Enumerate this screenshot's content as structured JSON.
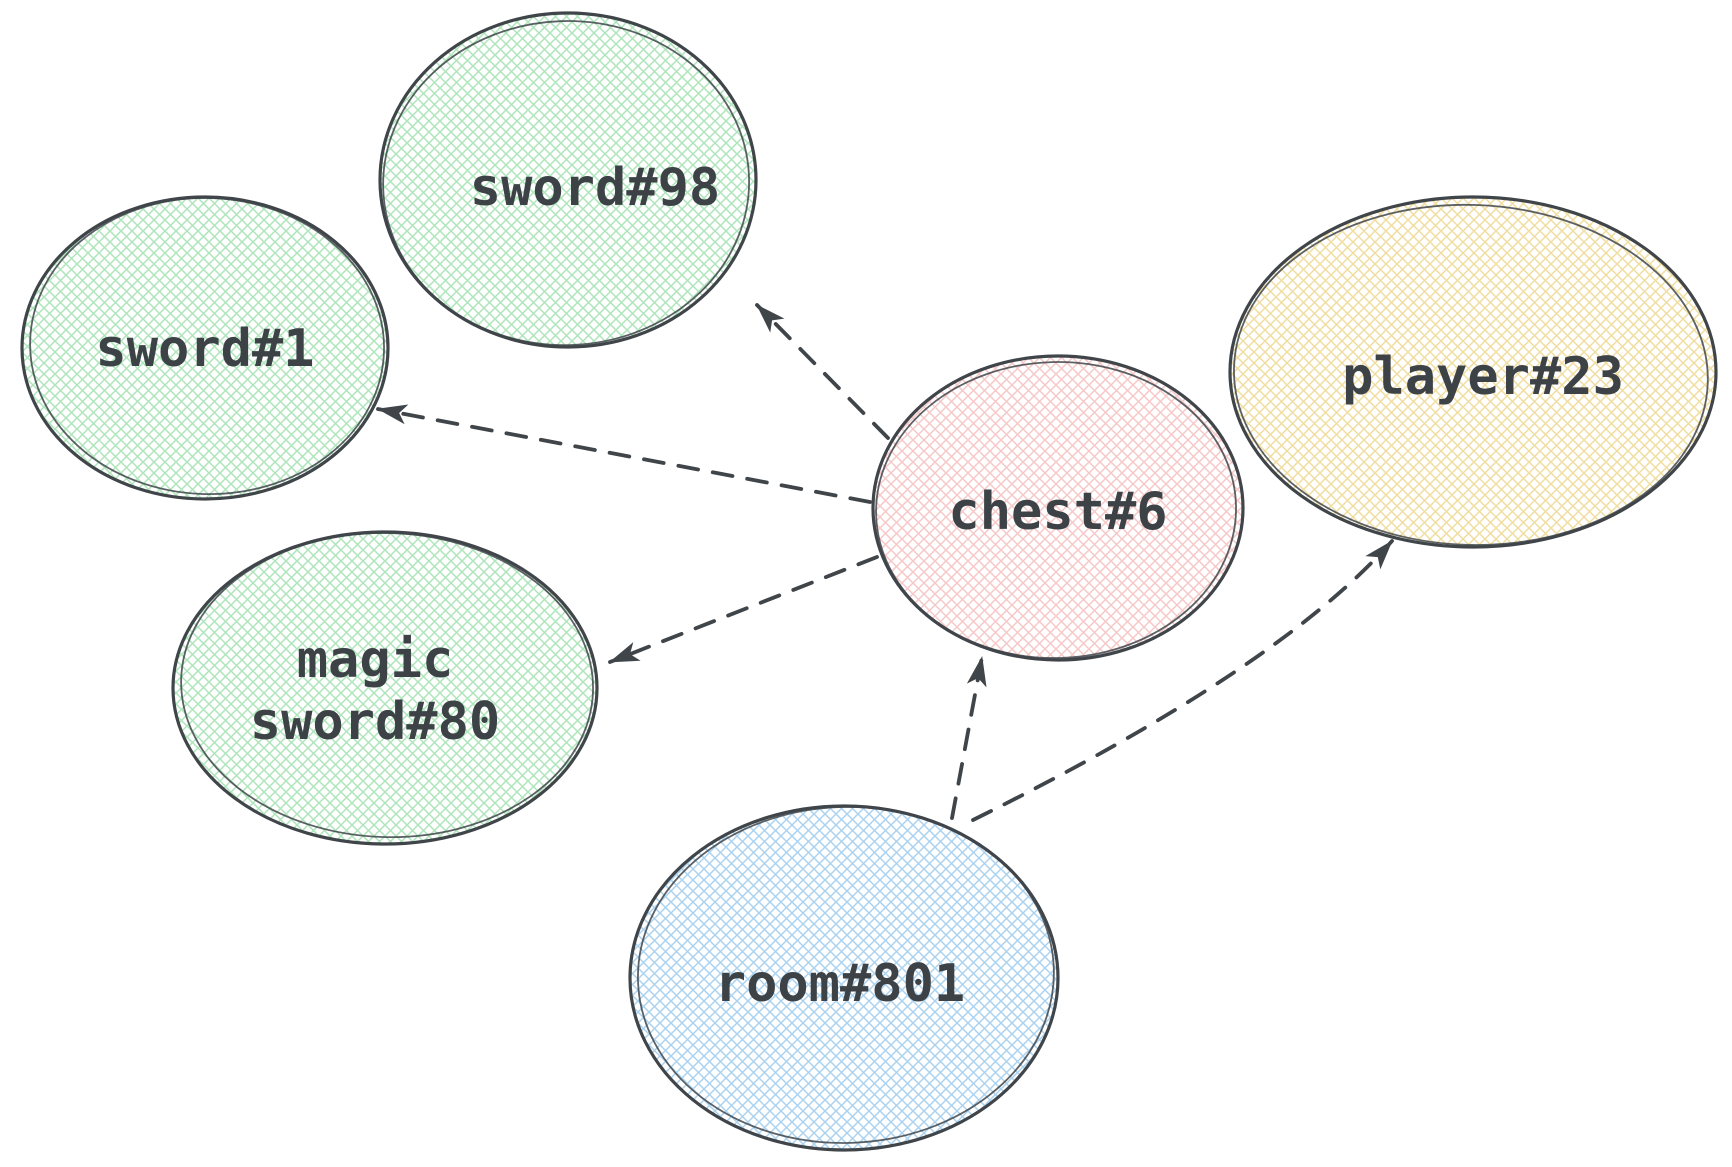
{
  "diagram": {
    "type": "graph",
    "palette": {
      "stroke": "#40454a",
      "text": "#3d4247",
      "green_hatch": "#aee5ba",
      "pink_hatch": "#f6c8c8",
      "yellow_hatch": "#f0dda0",
      "blue_hatch": "#abd3f0"
    },
    "nodes": [
      {
        "id": "sword1",
        "label": "sword#1",
        "fill": "green"
      },
      {
        "id": "sword98",
        "label": "sword#98",
        "fill": "green"
      },
      {
        "id": "magic-sword80",
        "label_line1": "magic",
        "label_line2": "sword#80",
        "fill": "green"
      },
      {
        "id": "chest6",
        "label": "chest#6",
        "fill": "pink"
      },
      {
        "id": "player23",
        "label": "player#23",
        "fill": "yellow"
      },
      {
        "id": "room801",
        "label": "room#801",
        "fill": "blue"
      }
    ],
    "edges": [
      {
        "from": "chest#6",
        "to": "sword#1",
        "style": "dashed-arrow"
      },
      {
        "from": "chest#6",
        "to": "sword#98",
        "style": "dashed-arrow"
      },
      {
        "from": "chest#6",
        "to": "magic sword#80",
        "style": "dashed-arrow"
      },
      {
        "from": "room#801",
        "to": "chest#6",
        "style": "dashed-arrow"
      },
      {
        "from": "room#801",
        "to": "player#23",
        "style": "dashed-arrow"
      }
    ]
  }
}
